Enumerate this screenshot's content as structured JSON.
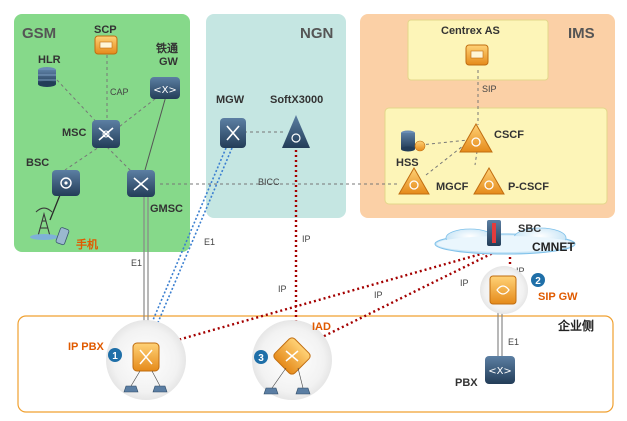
{
  "zones": {
    "gsm": "GSM",
    "ngn": "NGN",
    "ims": "IMS",
    "enterprise": "企业侧"
  },
  "nodes": {
    "scp": "SCP",
    "hlr": "HLR",
    "railway_gw": [
      "铁通",
      "GW"
    ],
    "msc": "MSC",
    "bsc": "BSC",
    "gmsc": "GMSC",
    "phone": "手机",
    "mgw": "MGW",
    "softx": "SoftX3000",
    "centrex": "Centrex AS",
    "cscf": "CSCF",
    "hss": "HSS",
    "mgcf": "MGCF",
    "pcscf": "P-CSCF",
    "sbc": "SBC",
    "cmnet": "CMNET",
    "sipgw": "SIP GW",
    "ippbx": "IP PBX",
    "iad": "IAD",
    "pbx": "PBX"
  },
  "links": {
    "cap": "CAP",
    "sip": "SIP",
    "bicc": "BICC",
    "e1_mgw": "E1",
    "e1_gmsc": "E1",
    "ip_softx": "IP",
    "ip_mid": "IP",
    "ip_iad": "IP",
    "ip_sipgw_left": "IP",
    "ip_sipgw_right": "IP",
    "e1_pbx": "E1"
  },
  "badges": {
    "ippbx": "1",
    "sipgw": "2",
    "iad": "3"
  },
  "colors": {
    "gsm_bg": "#86d98a",
    "ngn_bg": "#c5e6e2",
    "ims_bg": "#fbd0a6",
    "ims_inner": "#fdf5b8",
    "device_blue": "#31506f",
    "device_orange": "#f0a030",
    "ip_red": "#a40000",
    "e1_blue": "#3b7fd0",
    "badge": "#1f6fa8"
  }
}
